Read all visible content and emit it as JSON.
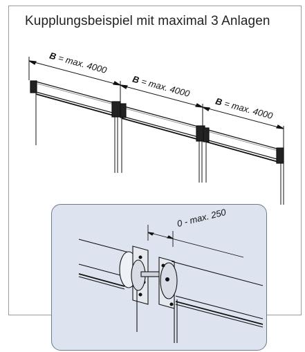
{
  "title": "Kupplungsbeispiel mit maximal 3 Anlagen",
  "dimension_b_symbol": "B",
  "dimension_b_value": "= max. 4000",
  "detail_gap_label": "0 - max. 250",
  "colors": {
    "frame": "#9a9a9a",
    "detail_background": "#dde4ef",
    "detail_border": "#6d7a8e",
    "line": "#111111"
  }
}
